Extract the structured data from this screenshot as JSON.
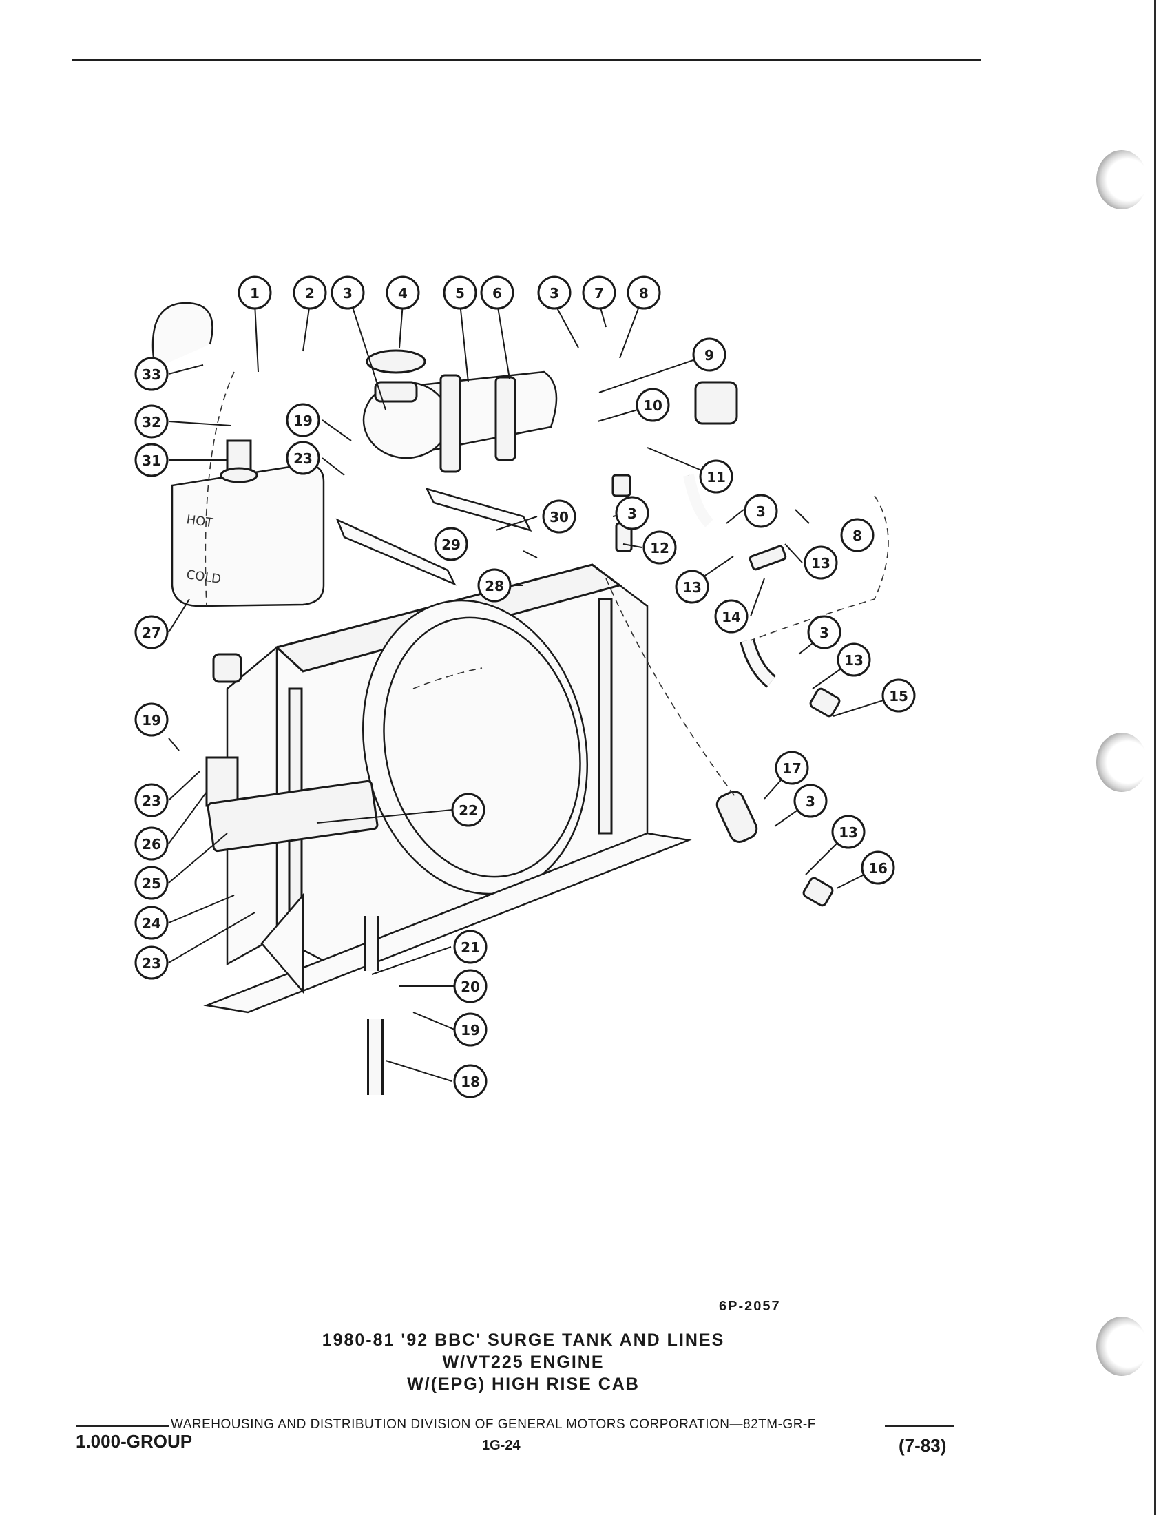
{
  "callouts": [
    "1",
    "2",
    "3",
    "4",
    "5",
    "6",
    "7",
    "8",
    "9",
    "10",
    "11",
    "12",
    "13",
    "14",
    "15",
    "16",
    "17",
    "18",
    "19",
    "20",
    "21",
    "22",
    "23",
    "24",
    "25",
    "26",
    "27",
    "28",
    "29",
    "30",
    "31",
    "32",
    "33"
  ],
  "tank_labels": {
    "hot": "HOT",
    "cold": "COLD"
  },
  "figure_id": "6P-2057",
  "title_lines": [
    "1980-81 '92 BBC' SURGE TANK AND LINES",
    "W/VT225 ENGINE",
    "W/(EPG) HIGH RISE CAB"
  ],
  "footer": {
    "division": "WAREHOUSING AND DISTRIBUTION DIVISION OF GENERAL MOTORS CORPORATION—82TM-GR-F",
    "group": "1.000-GROUP",
    "page": "1G-24",
    "date": "(7-83)"
  }
}
